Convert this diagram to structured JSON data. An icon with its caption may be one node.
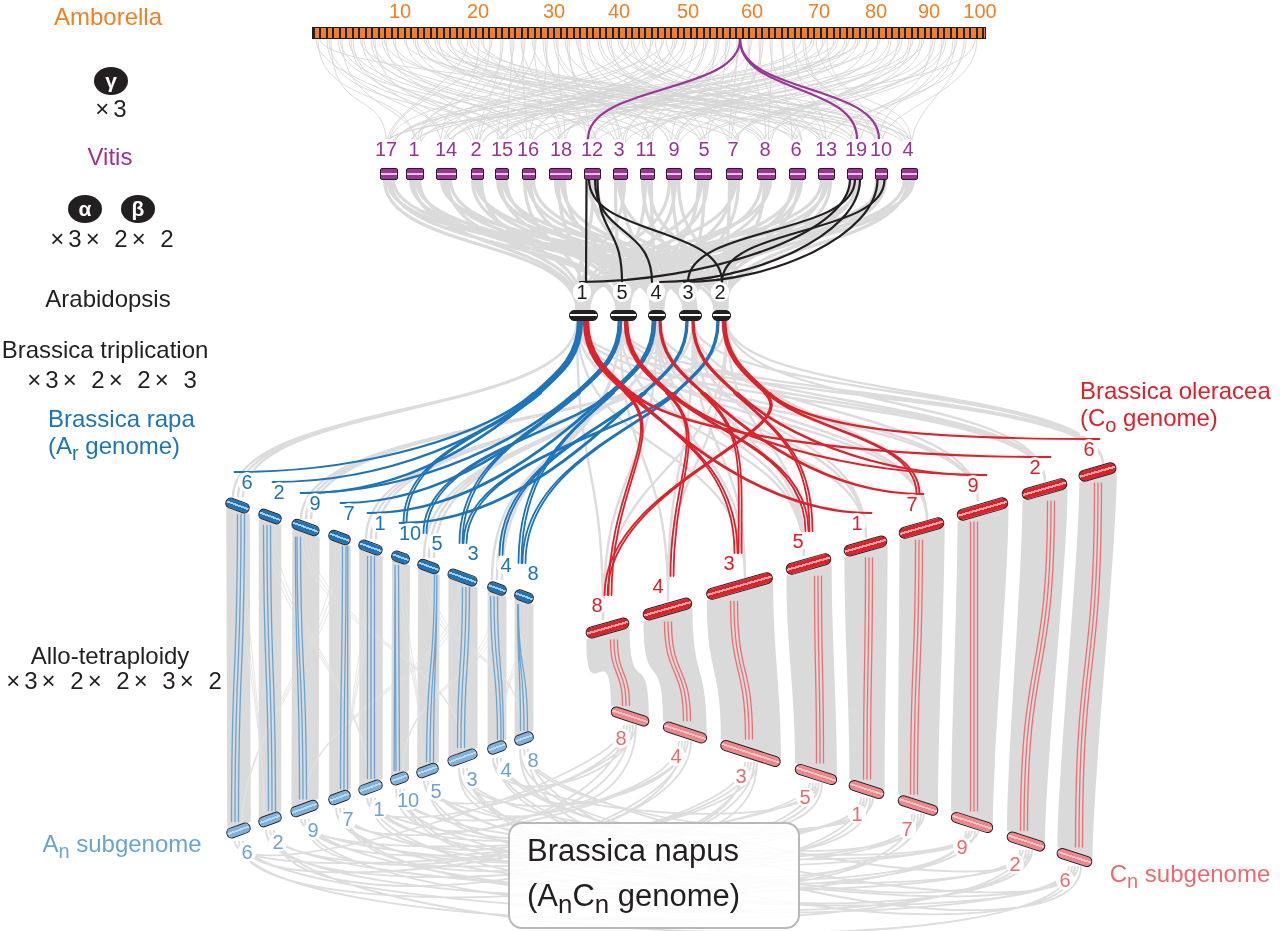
{
  "diagram": {
    "nodes": [
      {
        "text": [],
        "shape": "bar"
      },
      {
        "text": [
          "γ"
        ]
      },
      {
        "text": [
          "α"
        ]
      },
      {
        "text": [
          "β"
        ]
      },
      {
        "text": [
          "17"
        ]
      },
      {
        "text": [
          "1"
        ]
      },
      {
        "text": [
          "14"
        ]
      },
      {
        "text": [
          "2"
        ]
      },
      {
        "text": [
          "15"
        ]
      },
      {
        "text": [
          "16"
        ]
      },
      {
        "text": [
          "18"
        ]
      },
      {
        "text": [
          "12"
        ]
      },
      {
        "text": [
          "3"
        ]
      },
      {
        "text": [
          "11"
        ]
      },
      {
        "text": [
          "9"
        ]
      },
      {
        "text": [
          "5"
        ]
      },
      {
        "text": [
          "7"
        ]
      },
      {
        "text": [
          "8"
        ]
      },
      {
        "text": [
          "6"
        ]
      },
      {
        "text": [
          "13"
        ]
      },
      {
        "text": [
          "19"
        ]
      },
      {
        "text": [
          "10"
        ]
      },
      {
        "text": [
          "4"
        ]
      },
      {
        "text": [
          "1"
        ]
      },
      {
        "text": [
          "5"
        ]
      },
      {
        "text": [
          "4"
        ]
      },
      {
        "text": [
          "3"
        ]
      },
      {
        "text": [
          "2"
        ]
      },
      {
        "text": [
          "6"
        ]
      },
      {
        "text": [
          "2"
        ]
      },
      {
        "text": [
          "9"
        ]
      },
      {
        "text": [
          "7"
        ]
      },
      {
        "text": [
          "1"
        ]
      },
      {
        "text": [
          "10"
        ]
      },
      {
        "text": [
          "5"
        ]
      },
      {
        "text": [
          "3"
        ]
      },
      {
        "text": [
          "4"
        ]
      },
      {
        "text": [
          "8"
        ]
      },
      {
        "text": [
          "8"
        ]
      },
      {
        "text": [
          "4"
        ]
      },
      {
        "text": [
          "3"
        ]
      },
      {
        "text": [
          "5"
        ]
      },
      {
        "text": [
          "1"
        ]
      },
      {
        "text": [
          "7"
        ]
      },
      {
        "text": [
          "9"
        ]
      },
      {
        "text": [
          "2"
        ]
      },
      {
        "text": [
          "6"
        ]
      },
      {
        "text": [
          "6"
        ]
      },
      {
        "text": [
          "2"
        ]
      },
      {
        "text": [
          "9"
        ]
      },
      {
        "text": [
          "7"
        ]
      },
      {
        "text": [
          "1"
        ]
      },
      {
        "text": [
          "10"
        ]
      },
      {
        "text": [
          "5"
        ]
      },
      {
        "text": [
          "3"
        ]
      },
      {
        "text": [
          "4"
        ]
      },
      {
        "text": [
          "8"
        ]
      },
      {
        "text": [
          "8"
        ]
      },
      {
        "text": [
          "4"
        ]
      },
      {
        "text": [
          "3"
        ]
      },
      {
        "text": [
          "5"
        ]
      },
      {
        "text": [
          "1"
        ]
      },
      {
        "text": [
          "7"
        ]
      },
      {
        "text": [
          "9"
        ]
      },
      {
        "text": [
          "2"
        ]
      },
      {
        "text": [
          "6"
        ]
      },
      {
        "text": [
          "Brassica napus (A$_{n}$C$_{n}$ genome)"
        ]
      }
    ],
    "edges": [
      {
        "from": 0,
        "to": 11,
        "arrow": "none",
        "color": "#9b3595"
      },
      {
        "from": 0,
        "to": 20,
        "arrow": "none",
        "color": "#9b3595"
      },
      {
        "from": 0,
        "to": 21,
        "arrow": "none",
        "color": "#9b3595"
      },
      {
        "from": 11,
        "to": 23,
        "arrow": "none",
        "color": "#231f20"
      },
      {
        "from": 11,
        "to": 24,
        "arrow": "none",
        "color": "#231f20"
      },
      {
        "from": 11,
        "to": 25,
        "arrow": "none",
        "color": "#231f20"
      },
      {
        "from": 11,
        "to": 27,
        "arrow": "none",
        "color": "#231f20"
      },
      {
        "from": 20,
        "to": 23,
        "arrow": "none",
        "color": "#231f20"
      },
      {
        "from": 20,
        "to": 25,
        "arrow": "none",
        "color": "#231f20"
      },
      {
        "from": 20,
        "to": 26,
        "arrow": "none",
        "color": "#231f20"
      },
      {
        "from": 21,
        "to": 26,
        "arrow": "none",
        "color": "#231f20"
      },
      {
        "from": 21,
        "to": 27,
        "arrow": "none",
        "color": "#231f20"
      },
      {
        "from": 23,
        "to": 28,
        "arrow": "none",
        "color": "#1c75bc"
      },
      {
        "from": 23,
        "to": 29,
        "arrow": "none",
        "color": "#1c75bc"
      },
      {
        "from": 23,
        "to": 30,
        "arrow": "none",
        "color": "#1c75bc"
      },
      {
        "from": 24,
        "to": 30,
        "arrow": "none",
        "color": "#1c75bc"
      },
      {
        "from": 24,
        "to": 31,
        "arrow": "none",
        "color": "#1c75bc"
      },
      {
        "from": 25,
        "to": 32,
        "arrow": "none",
        "color": "#1c75bc"
      },
      {
        "from": 23,
        "to": 33,
        "arrow": "none",
        "color": "#1c75bc"
      },
      {
        "from": 26,
        "to": 33,
        "arrow": "none",
        "color": "#1c75bc"
      },
      {
        "from": 25,
        "to": 34,
        "arrow": "none",
        "color": "#1c75bc"
      },
      {
        "from": 27,
        "to": 35,
        "arrow": "none",
        "color": "#1c75bc"
      },
      {
        "from": 24,
        "to": 35,
        "arrow": "none",
        "color": "#1c75bc"
      },
      {
        "from": 26,
        "to": 36,
        "arrow": "none",
        "color": "#1c75bc"
      },
      {
        "from": 27,
        "to": 37,
        "arrow": "none",
        "color": "#1c75bc"
      },
      {
        "from": 25,
        "to": 37,
        "arrow": "none",
        "color": "#1c75bc"
      },
      {
        "from": 23,
        "to": 38,
        "arrow": "none",
        "color": "#e2202a"
      },
      {
        "from": 27,
        "to": 38,
        "arrow": "none",
        "color": "#e2202a"
      },
      {
        "from": 24,
        "to": 39,
        "arrow": "none",
        "color": "#e2202a"
      },
      {
        "from": 25,
        "to": 40,
        "arrow": "none",
        "color": "#e2202a"
      },
      {
        "from": 23,
        "to": 40,
        "arrow": "none",
        "color": "#e2202a"
      },
      {
        "from": 26,
        "to": 41,
        "arrow": "none",
        "color": "#e2202a"
      },
      {
        "from": 24,
        "to": 41,
        "arrow": "none",
        "color": "#e2202a"
      },
      {
        "from": 23,
        "to": 42,
        "arrow": "none",
        "color": "#e2202a"
      },
      {
        "from": 25,
        "to": 43,
        "arrow": "none",
        "color": "#e2202a"
      },
      {
        "from": 27,
        "to": 43,
        "arrow": "none",
        "color": "#e2202a"
      },
      {
        "from": 24,
        "to": 44,
        "arrow": "none",
        "color": "#e2202a"
      },
      {
        "from": 26,
        "to": 44,
        "arrow": "none",
        "color": "#e2202a"
      },
      {
        "from": 23,
        "to": 45,
        "arrow": "none",
        "color": "#e2202a"
      },
      {
        "from": 27,
        "to": 46,
        "arrow": "none",
        "color": "#e2202a"
      },
      {
        "from": 28,
        "to": 47,
        "arrow": "none",
        "color": "#6aa4d5"
      },
      {
        "from": 29,
        "to": 48,
        "arrow": "none",
        "color": "#6aa4d5"
      },
      {
        "from": 30,
        "to": 49,
        "arrow": "none",
        "color": "#6aa4d5"
      },
      {
        "from": 31,
        "to": 50,
        "arrow": "none",
        "color": "#6aa4d5"
      },
      {
        "from": 32,
        "to": 51,
        "arrow": "none",
        "color": "#6aa4d5"
      },
      {
        "from": 33,
        "to": 52,
        "arrow": "none",
        "color": "#6aa4d5"
      },
      {
        "from": 34,
        "to": 53,
        "arrow": "none",
        "color": "#6aa4d5"
      },
      {
        "from": 35,
        "to": 54,
        "arrow": "none",
        "color": "#6aa4d5"
      },
      {
        "from": 36,
        "to": 55,
        "arrow": "none",
        "color": "#6aa4d5"
      },
      {
        "from": 37,
        "to": 56,
        "arrow": "none",
        "color": "#6aa4d5"
      },
      {
        "from": 38,
        "to": 57,
        "arrow": "none",
        "color": "#ee6e73"
      },
      {
        "from": 39,
        "to": 58,
        "arrow": "none",
        "color": "#ee6e73"
      },
      {
        "from": 40,
        "to": 59,
        "arrow": "none",
        "color": "#ee6e73"
      },
      {
        "from": 41,
        "to": 60,
        "arrow": "none",
        "color": "#ee6e73"
      },
      {
        "from": 42,
        "to": 61,
        "arrow": "none",
        "color": "#ee6e73"
      },
      {
        "from": 43,
        "to": 62,
        "arrow": "none",
        "color": "#ee6e73"
      },
      {
        "from": 44,
        "to": 63,
        "arrow": "none",
        "color": "#ee6e73"
      },
      {
        "from": 45,
        "to": 64,
        "arrow": "none",
        "color": "#ee6e73"
      },
      {
        "from": 46,
        "to": 65,
        "arrow": "none",
        "color": "#ee6e73"
      }
    ],
    "labels": [
      "Amborella",
      "10",
      "20",
      "30",
      "40",
      "50",
      "60",
      "70",
      "80",
      "90",
      "100",
      "×3",
      "Vitis",
      "×3× 2× 2",
      "Arabidopsis",
      "Brassica triplication",
      "×3× 2× 2× 3",
      "Brassica rapa (A$_{r}$ genome)",
      "Brassica oleracea (C$_{o}$ genome)",
      "Allo-tetraploidy",
      "×3× 2× 2× 3× 2",
      "A$_{n}$ subgenome",
      "C$_{n}$ subgenome"
    ]
  }
}
